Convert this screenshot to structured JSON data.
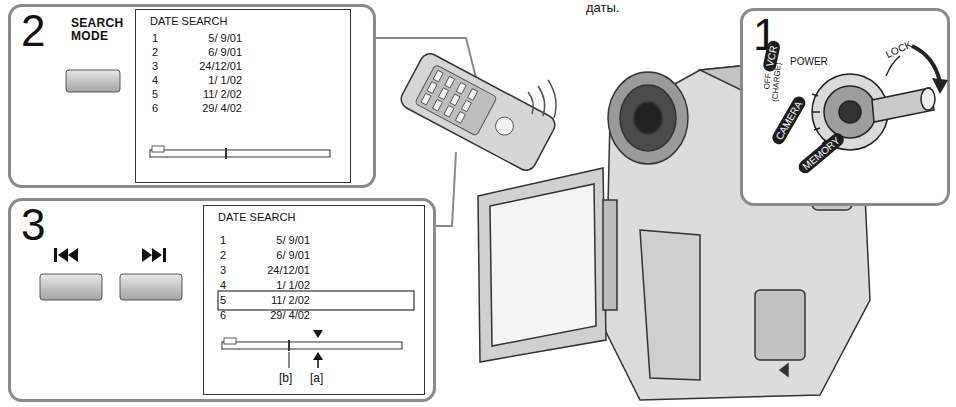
{
  "diagram": {
    "nodes": [
      {
        "text": [
          "2"
        ]
      },
      {
        "text": [
          "SEARCH MODE"
        ],
        "in": 0
      },
      {
        "text": [
          "DATE SEARCH",
          "1",
          "5/ 9/01",
          "2",
          "6/ 9/01",
          "3",
          "24/12/01",
          "4",
          "1/ 1/02",
          "5",
          "11/ 2/02",
          "6",
          "29/ 4/02"
        ],
        "in": 0
      },
      {
        "text": [
          "3"
        ]
      },
      {
        "text": [
          "DATE SEARCH",
          "1",
          "5/ 9/01",
          "2",
          "6/ 9/01",
          "3",
          "24/12/01",
          "4",
          "1/ 1/02",
          "5",
          "11/ 2/02",
          "6",
          "29/ 4/02"
        ],
        "in": 3
      },
      {
        "text": [
          "1"
        ]
      }
    ],
    "labels": [
      "даты.",
      "POWER",
      "LOCK",
      "VCR",
      "OFF (CHARGE)",
      "CAMERA",
      "MEMORY",
      "[b]",
      "[a]"
    ]
  }
}
